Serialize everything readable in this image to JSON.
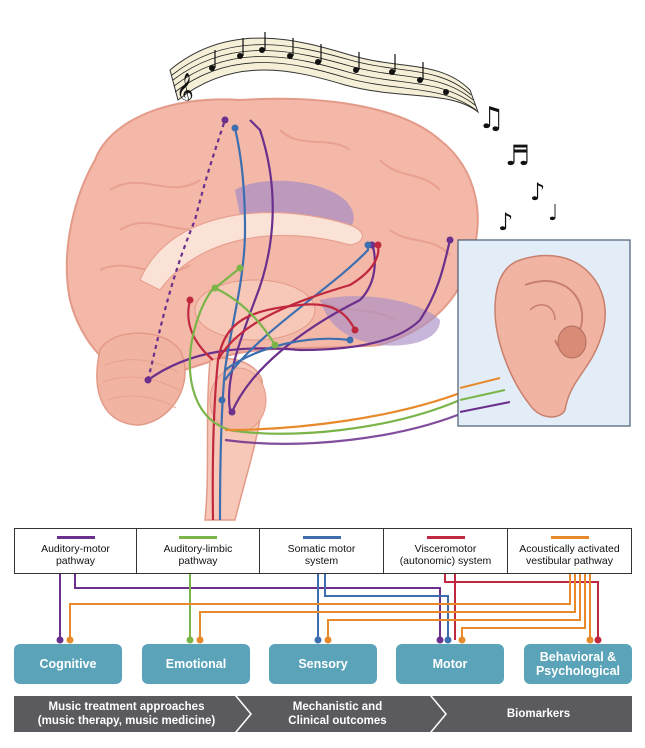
{
  "colors": {
    "auditory_motor": "#6b2f8c",
    "auditory_limbic": "#7bb54a",
    "somatic_motor": "#3d6fb0",
    "visceromotor": "#c0283f",
    "vestibular": "#e88a2c",
    "outcome_fill": "#5ba3b8",
    "stage_fill": "#5a5a5f",
    "brain_fill": "#f4b8a8"
  },
  "pathways": [
    {
      "key": "auditory_motor",
      "label_1": "Auditory-motor",
      "label_2": "pathway"
    },
    {
      "key": "auditory_limbic",
      "label_1": "Auditory-limbic",
      "label_2": "pathway"
    },
    {
      "key": "somatic_motor",
      "label_1": "Somatic motor",
      "label_2": "system"
    },
    {
      "key": "visceromotor",
      "label_1": "Visceromotor",
      "label_2": "(autonomic) system"
    },
    {
      "key": "vestibular",
      "label_1": "Acoustically activated",
      "label_2": "vestibular pathway"
    }
  ],
  "outcomes": [
    "Cognitive",
    "Emotional",
    "Sensory",
    "Motor",
    "Behavioral &",
    "Psychological"
  ],
  "stages": [
    {
      "line_1": "Music treatment approaches",
      "line_2": "(music therapy, music medicine)"
    },
    {
      "line_1": "Mechanistic and",
      "line_2": "Clinical outcomes"
    },
    {
      "line_1": "Biomarkers",
      "line_2": ""
    }
  ],
  "icons": {
    "sheet_music": "music-staff-icon",
    "notes": "eighth-note-icon",
    "ear": "ear-icon",
    "brain": "brain-icon"
  }
}
